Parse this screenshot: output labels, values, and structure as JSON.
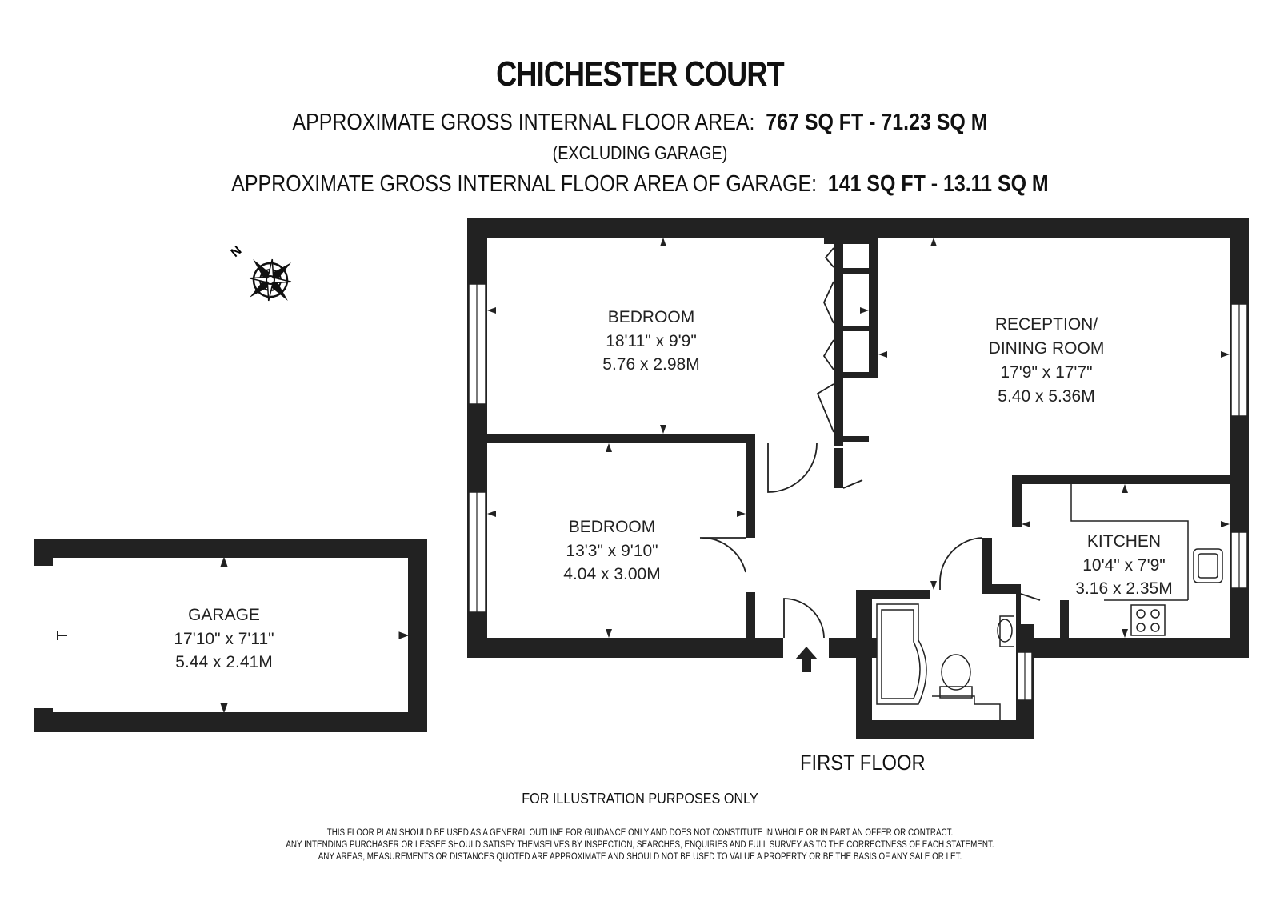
{
  "title": "CHICHESTER COURT",
  "area_main": {
    "label": "APPROXIMATE GROSS INTERNAL FLOOR AREA:",
    "value": "767 SQ FT  -  71.23 SQ M"
  },
  "excluding_note": "(EXCLUDING GARAGE)",
  "area_garage": {
    "label": "APPROXIMATE GROSS INTERNAL FLOOR AREA OF GARAGE:",
    "value": "141 SQ FT  -  13.11 SQ M"
  },
  "compass": {
    "icon": "compass-rose-icon",
    "north_label": "N"
  },
  "rooms": {
    "bedroom1": {
      "name": "BEDROOM",
      "imperial": "18'11\" x 9'9\"",
      "metric": "5.76 x 2.98M"
    },
    "bedroom2": {
      "name": "BEDROOM",
      "imperial": "13'3\" x 9'10\"",
      "metric": "4.04 x 3.00M"
    },
    "reception": {
      "name_line1": "RECEPTION/",
      "name_line2": "DINING ROOM",
      "imperial": "17'9\" x 17'7\"",
      "metric": "5.40 x 5.36M"
    },
    "kitchen": {
      "name": "KITCHEN",
      "imperial": "10'4\" x 7'9\"",
      "metric": "3.16 x 2.35M"
    },
    "garage": {
      "name": "GARAGE",
      "imperial": "17'10\" x 7'11\"",
      "metric": "5.44 x 2.41M"
    }
  },
  "floor_name": "FIRST FLOOR",
  "illustration_note": "FOR ILLUSTRATION PURPOSES ONLY",
  "disclaimer": [
    "THIS FLOOR PLAN SHOULD BE USED AS A GENERAL OUTLINE FOR GUIDANCE ONLY AND DOES NOT CONSTITUTE IN WHOLE OR IN PART AN OFFER OR CONTRACT.",
    "ANY INTENDING PURCHASER OR LESSEE SHOULD SATISFY THEMSELVES BY INSPECTION, SEARCHES, ENQUIRIES AND FULL SURVEY AS TO THE CORRECTNESS OF EACH STATEMENT.",
    "ANY AREAS, MEASUREMENTS OR DISTANCES QUOTED ARE APPROXIMATE AND SHOULD NOT BE USED TO VALUE A PROPERTY OR BE THE BASIS OF ANY SALE OR LET."
  ]
}
